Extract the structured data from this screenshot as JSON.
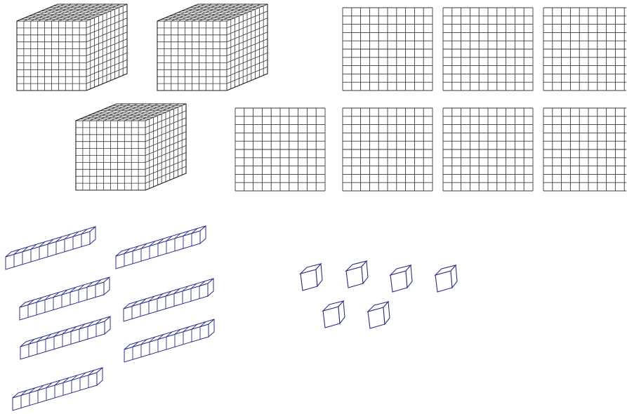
{
  "diagram": {
    "title": "",
    "blocks": {
      "thousands": {
        "count": 3,
        "grid": 10
      },
      "hundreds": {
        "count": 7,
        "grid": 10
      },
      "tens": {
        "count": 7,
        "units_per_rod": 10
      },
      "ones": {
        "count": 6
      }
    },
    "colors": {
      "block_stroke": "#3a3a3a",
      "unit_stroke": "#2b2f8c",
      "background": "#ffffff"
    }
  }
}
